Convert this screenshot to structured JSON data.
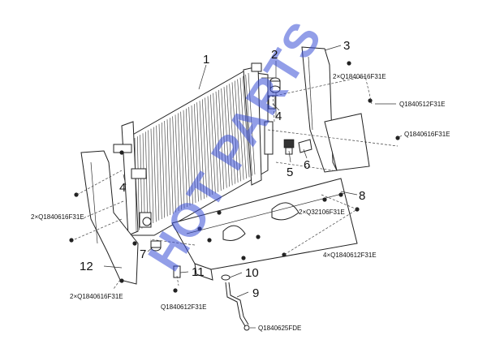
{
  "callouts": [
    "1",
    "2",
    "3",
    "4",
    "4",
    "5",
    "6",
    "7",
    "8",
    "9",
    "10",
    "11",
    "12"
  ],
  "part_numbers": {
    "p_a": "2×Q1840616F31E",
    "p_b": "Q1840512F31E",
    "p_c": "Q1840616F31E",
    "p_d": "2×Q1840616F31E",
    "p_e": "2×Q32106F31E",
    "p_f": "4×Q1840612F31E",
    "p_g": "2×Q1840616F31E",
    "p_h": "Q1840612F31E",
    "p_i": "Q1840625FDE"
  },
  "watermark": "HOT PARTS",
  "colors": {
    "line": "#222222",
    "watermark": "#3a4fd6",
    "background": "#ffffff"
  }
}
